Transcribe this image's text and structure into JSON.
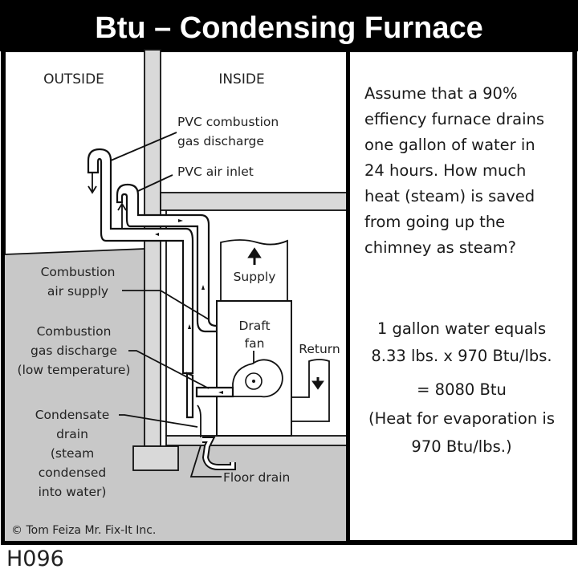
{
  "title": "Btu – Condensing Furnace",
  "diagram": {
    "outside": "OUTSIDE",
    "inside": "INSIDE",
    "pvc_discharge": [
      "PVC combustion",
      "gas discharge"
    ],
    "pvc_inlet": "PVC air inlet",
    "combustion_air": [
      "Combustion",
      "air supply"
    ],
    "gas_discharge": [
      "Combustion",
      "gas discharge",
      "(low temperature)"
    ],
    "condensate": [
      "Condensate",
      "drain",
      "(steam",
      "condensed",
      "into water)"
    ],
    "supply": "Supply",
    "draft_fan": [
      "Draft",
      "fan"
    ],
    "return": "Return",
    "floor_drain": "Floor drain",
    "copyright": "© Tom Feiza Mr. Fix-It Inc."
  },
  "question": [
    "Assume that a 90%",
    "effiency furnace drains",
    "one gallon of water in",
    "24 hours. How much",
    "heat (steam) is saved",
    "from going up the",
    "chimney as steam?"
  ],
  "answer": [
    "1 gallon water equals",
    "8.33 lbs. x 970 Btu/lbs.",
    "= 8080 Btu",
    "(Heat for evaporation is",
    "970 Btu/lbs.)"
  ],
  "code": "H096",
  "colors": {
    "ground": "#c8c8c8",
    "wall": "#d9d9d9",
    "frame": "#000000"
  }
}
